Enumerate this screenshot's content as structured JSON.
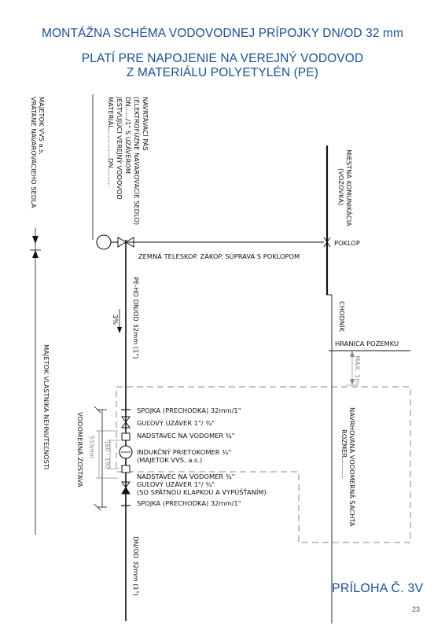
{
  "header": {
    "title": "MONTÁŽNA SCHÉMA VODOVODNEJ PRÍPOJKY DN/OD 32 mm",
    "subtitle_line1": "PLATÍ PRE NAPOJENIE NA VEREJNÝ VODOVOD",
    "subtitle_line2": "Z MATERIÁLU POLYETYLÉN (PE)"
  },
  "ownership": {
    "vvs_line1": "MAJETOK VVS a.s.",
    "vvs_line2": "VRÁTANE NAVAROVACIEHO SEDLA",
    "owner": "MAJETOK VLASTNÍKA NEHNUTEĽNOSTI"
  },
  "saddle_note": {
    "line1": "NAVRTÁVACÍ PÁS",
    "line2": "(ELEKTROFÚZNE NAVAROVACIE SEDLO)",
    "line3": "DN....../1\" S UZÁVEROM",
    "line4": "JESTVUJÚCI VEREJNÝ VODOVOD",
    "line5": "MATERIÁL..............DN........."
  },
  "road": {
    "line1": "MIESTNA KOMUNIKÁCIA",
    "line2": "(VOZOVKA)"
  },
  "labels": {
    "poklop": "POKLOP",
    "telescop": "ZEMNÁ TELESKOP. ZÁKOP. SÚPRAVA S POKLOPOM",
    "pipe_upper": "PE-HD DN/OD 32mm (1\")",
    "slope": "3%",
    "chodnik": "CHODNÍK",
    "hranica": "HRANICA POZEMKU",
    "max": "MAX. 1m",
    "meter_set": "VODOMERNÁ ZOSTAVA",
    "dim_outer": "533mm",
    "dim_inner": "160 - 190",
    "shaft_line1": "NAVRHOVANÁ VODOMERNÁ ŠACHTA",
    "shaft_line2": "ROZMER..........",
    "pipe_lower": "DN/OD 32mm (1\")"
  },
  "components": [
    "SPOJKA (PRECHODKA) 32mm/1\"",
    "GUĽOVÝ UZÁVER 1\"/ ¾\"",
    "NADSTAVEC NA VODOMER ¾\"",
    "INDUKČNÝ PRIETOKOMER ¾\"",
    "(MAJETOK VVS, a.s.)",
    "NADSTAVEC NA VODOMER ¾\"",
    "GUĽOVÝ UZÁVER 1\"/ ¾\"",
    "(SO SPÄTNOU KLAPKOU A VYPÚŠŤANÍM)",
    "SPOJKA (PRECHODKA) 32mm/1\""
  ],
  "footer": {
    "appendix": "PRÍLOHA Č. 3V",
    "page": "23"
  },
  "colors": {
    "title_blue": "#1c4f96",
    "line": "#111111",
    "dashed": "#888888"
  }
}
